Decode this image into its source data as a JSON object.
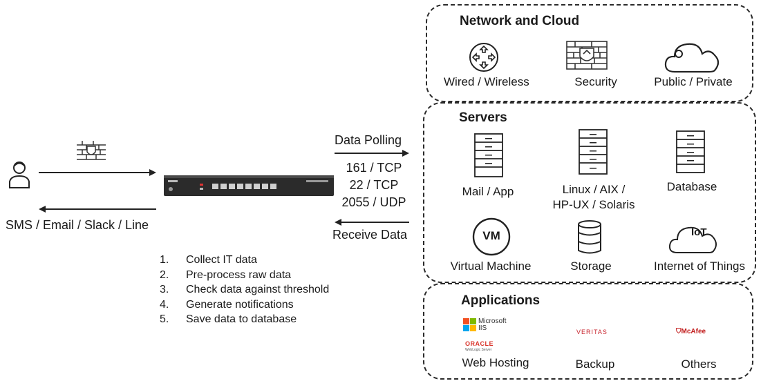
{
  "left": {
    "alert_channels": "SMS / Email / Slack / Line"
  },
  "center": {
    "data_polling": "Data Polling",
    "ports": [
      "161 / TCP",
      "22 / TCP",
      "2055 / UDP"
    ],
    "receive_data": "Receive Data",
    "steps": [
      {
        "num": "1.",
        "text": "Collect IT data"
      },
      {
        "num": "2.",
        "text": "Pre-process raw data"
      },
      {
        "num": "3.",
        "text": "Check data against threshold"
      },
      {
        "num": "4.",
        "text": "Generate notifications"
      },
      {
        "num": "5.",
        "text": "Save data to database"
      }
    ]
  },
  "network": {
    "title": "Network and Cloud",
    "items": [
      "Wired / Wireless",
      "Security",
      "Public / Private"
    ]
  },
  "servers": {
    "title": "Servers",
    "items": [
      "Mail / App",
      "Linux / AIX /",
      "HP-UX / Solaris",
      "Database",
      "Virtual Machine",
      "Storage",
      "Internet of Things"
    ],
    "vm_text": "VM",
    "iot_text": "IoT"
  },
  "applications": {
    "title": "Applications",
    "items": [
      "Web Hosting",
      "Backup",
      "Others"
    ],
    "logos": {
      "microsoft": "Microsoft",
      "iis": "IIS",
      "oracle": "ORACLE",
      "oracle_sub": "WebLogic Server",
      "veritas": "VERITAS",
      "mcafee": "McAfee"
    }
  },
  "colors": {
    "oracle_red": "#d9342b",
    "veritas_red": "#c8262f",
    "mcafee_red": "#c01818",
    "ms_red": "#f25022",
    "ms_green": "#7fba00",
    "ms_blue": "#00a4ef",
    "ms_yellow": "#ffb900"
  }
}
